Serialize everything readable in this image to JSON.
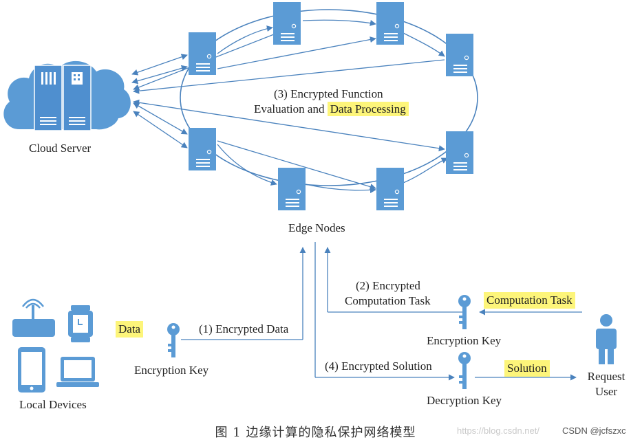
{
  "labels": {
    "cloud_server": "Cloud Server",
    "edge_nodes": "Edge Nodes",
    "step3_line1": "(3) Encrypted Function",
    "step3_line2_prefix": "Evaluation and",
    "step3_line2_highlight": "Data Processing",
    "step1": "(1) Encrypted Data",
    "step2_line1": "(2) Encrypted",
    "step2_line2": "Computation Task",
    "step4": "(4) Encrypted Solution",
    "data_tag": "Data",
    "computation_task_tag": "Computation Task",
    "solution_tag": "Solution",
    "encryption_key_left": "Encryption Key",
    "encryption_key_right": "Encryption Key",
    "decryption_key": "Decryption Key",
    "local_devices": "Local Devices",
    "request_user_line1": "Request",
    "request_user_line2": "User"
  },
  "caption": "图 1    边缘计算的隐私保护网络模型",
  "watermark": {
    "url": "https://blog.csdn.net/",
    "site": "CSDN @jcfszxc"
  },
  "colors": {
    "icon_blue": "#5b9bd5",
    "line_blue": "#4a82bd",
    "highlight": "#fdf57a"
  }
}
